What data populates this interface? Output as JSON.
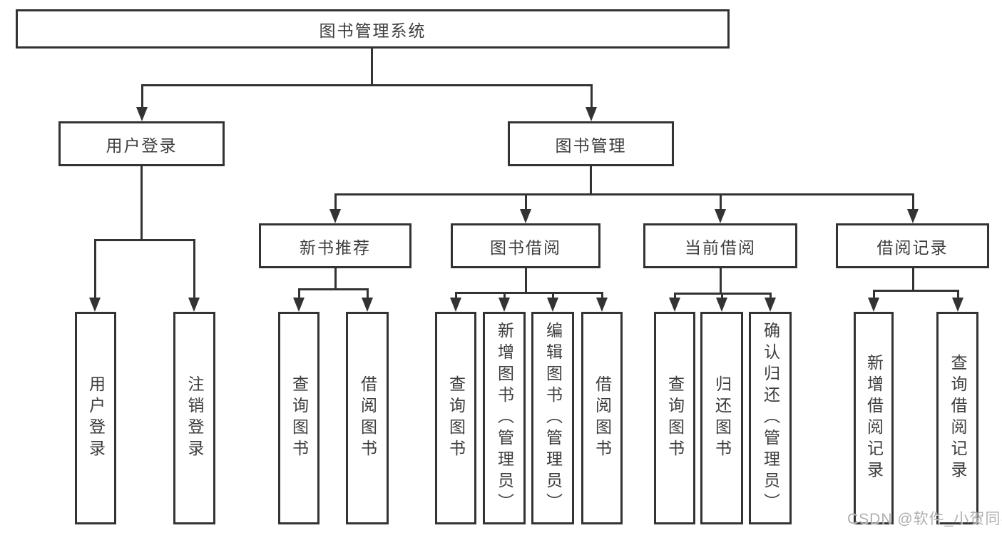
{
  "tree": {
    "root": {
      "label": "图书管理系统",
      "children": [
        {
          "label": "用户登录",
          "children": [
            {
              "label": "用户登录"
            },
            {
              "label": "注销登录"
            }
          ]
        },
        {
          "label": "图书管理",
          "children": [
            {
              "label": "新书推荐",
              "children": [
                {
                  "label": "查询图书"
                },
                {
                  "label": "借阅图书"
                }
              ]
            },
            {
              "label": "图书借阅",
              "children": [
                {
                  "label": "查询图书"
                },
                {
                  "label": "新增图书（管理员）"
                },
                {
                  "label": "编辑图书（管理员）"
                },
                {
                  "label": "借阅图书"
                }
              ]
            },
            {
              "label": "当前借阅",
              "children": [
                {
                  "label": "查询图书"
                },
                {
                  "label": "归还图书"
                },
                {
                  "label": "确认归还（管理员）"
                }
              ]
            },
            {
              "label": "借阅记录",
              "children": [
                {
                  "label": "新增借阅记录"
                },
                {
                  "label": "查询借阅记录"
                }
              ]
            }
          ]
        }
      ]
    }
  },
  "watermark": {
    "text": "CSDN @软件_小贺同学"
  },
  "colors": {
    "line": "#333333",
    "text": "#3d3d3d",
    "background": "#ffffff",
    "watermark": "#a8a8a8"
  }
}
